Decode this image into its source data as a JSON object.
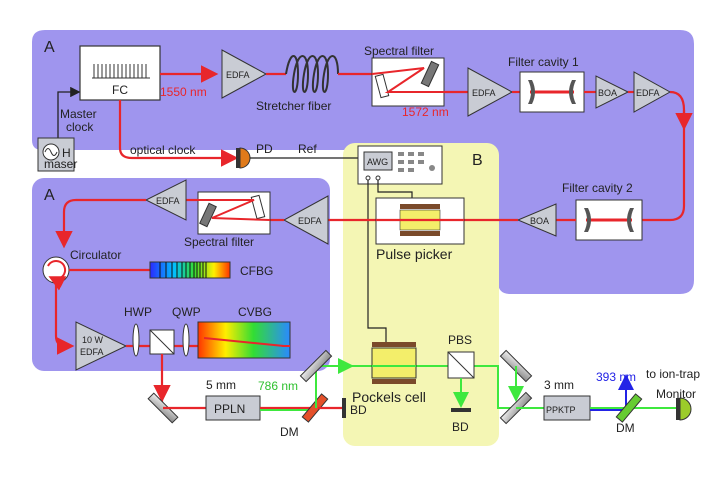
{
  "sections": {
    "a_top": "A",
    "a_bottom": "A",
    "b": "B"
  },
  "labels": {
    "fc": "FC",
    "nm1550": "1550 nm",
    "edfa": "EDFA",
    "stretcher": "Stretcher fiber",
    "spectral_filter": "Spectral filter",
    "nm1572": "1572 nm",
    "filter_cavity_1": "Filter cavity 1",
    "filter_cavity_2": "Filter cavity 2",
    "boa": "BOA",
    "master_clock_1": "Master",
    "master_clock_2": "clock",
    "h": "H",
    "maser": "maser",
    "optical_clock": "optical clock",
    "pd": "PD",
    "ref": "Ref",
    "awg": "AWG",
    "pulse_picker": "Pulse picker",
    "circulator": "Circulator",
    "cfbg": "CFBG",
    "edfa_10w_1": "10 W",
    "edfa_10w_2": "EDFA",
    "hwp": "HWP",
    "qwp": "QWP",
    "cvbg": "CVBG",
    "nm786": "786 nm",
    "pockels": "Pockels cell",
    "pbs": "PBS",
    "bd": "BD",
    "mm5": "5 mm",
    "ppln": "PPLN",
    "dm": "DM",
    "mm3": "3 mm",
    "ppktp": "PPKTP",
    "nm393": "393 nm",
    "monitor": "Monitor",
    "ion_trap": "to ion-trap"
  },
  "colors": {
    "purple": "#9f95ee",
    "yellow": "#f4f6b4",
    "red": "#e8262b",
    "green": "#3ee83e",
    "blue": "#2323e6",
    "amp": "#c9ccd4"
  }
}
